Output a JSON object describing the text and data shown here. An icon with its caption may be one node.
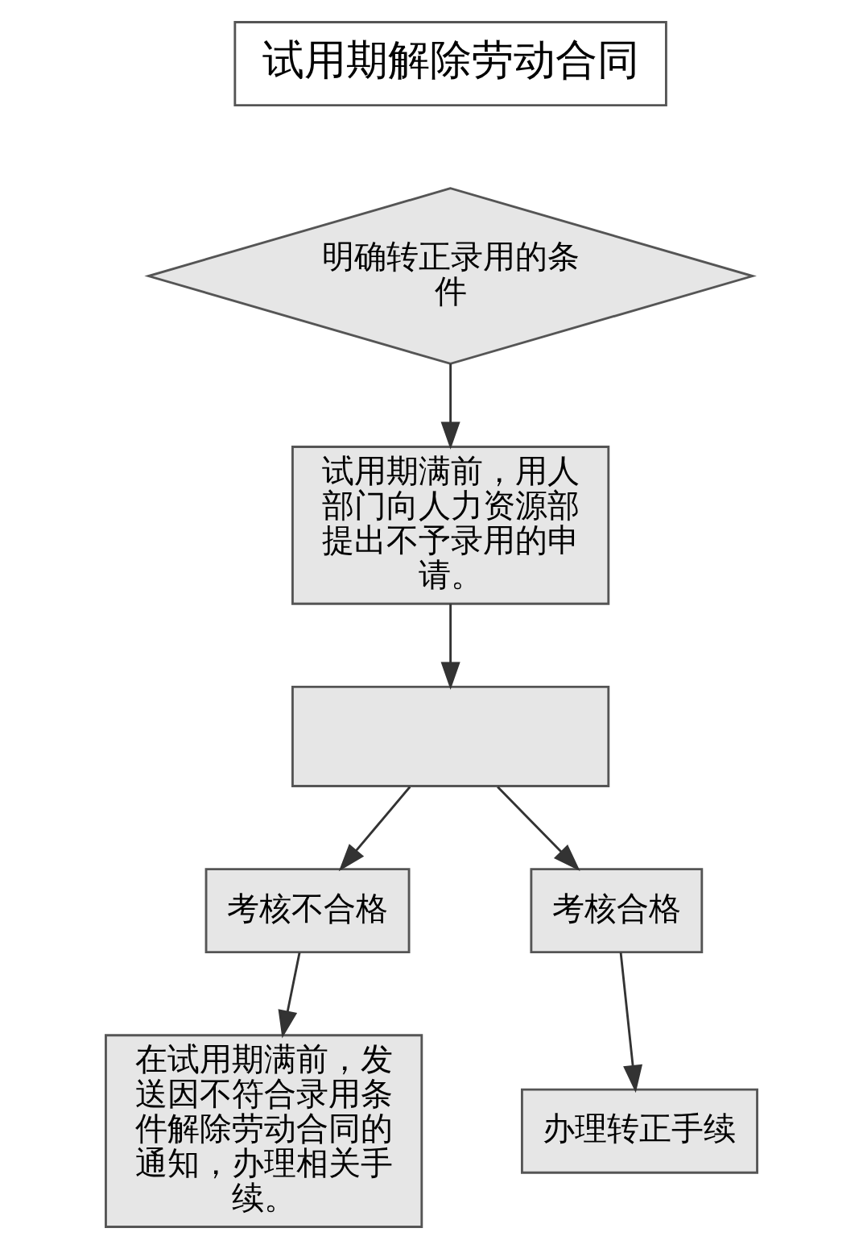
{
  "diagram": {
    "nodes": [
      {
        "text": [
          "试用期解除劳动合同"
        ]
      },
      {
        "text": [
          "明确转正录用的条件"
        ]
      },
      {
        "text": [
          "试用期满前，用人部门向人力资源部提出不予录用的申请。"
        ]
      },
      {
        "text": [],
        "shape": "box"
      },
      {
        "text": [
          "考核不合格"
        ]
      },
      {
        "text": [
          "考核合格"
        ]
      },
      {
        "text": [
          "在试用期满前，发送因不符合录用条件解除劳动合同的通知，办理相关手续。"
        ]
      },
      {
        "text": [
          "办理转正手续"
        ]
      }
    ],
    "edges": [
      {
        "from": 1,
        "to": 2,
        "arrow": "to"
      },
      {
        "from": 2,
        "to": 3,
        "arrow": "to"
      },
      {
        "from": 3,
        "to": 4,
        "arrow": "to"
      },
      {
        "from": 3,
        "to": 5,
        "arrow": "to"
      },
      {
        "from": 4,
        "to": 6,
        "arrow": "to"
      },
      {
        "from": 5,
        "to": 7,
        "arrow": "to"
      }
    ]
  }
}
